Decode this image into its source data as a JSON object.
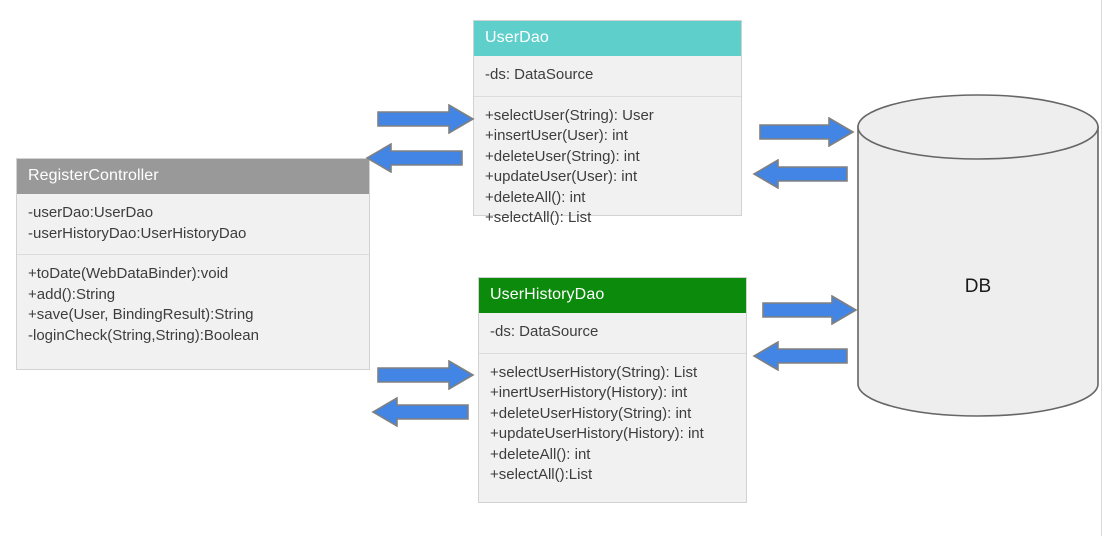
{
  "diagram": {
    "title": "Class and database interaction diagram",
    "colors": {
      "controller_header": "#999999",
      "userdao_header": "#5ecfcb",
      "userhistorydao_header": "#0b8a0b",
      "class_body": "#f1f1f1",
      "arrow_fill": "#4285e4",
      "arrow_stroke": "#808080",
      "cylinder_fill": "#eeeeee",
      "cylinder_stroke": "#666666",
      "page_background": "#ffffff"
    },
    "classes": [
      {
        "id": "register-controller",
        "name": "RegisterController",
        "attributes": [
          "-userDao:UserDao",
          "-userHistoryDao:UserHistoryDao"
        ],
        "operations": [
          "+toDate(WebDataBinder):void",
          "+add():String",
          "+save(User, BindingResult):String",
          "-loginCheck(String,String):Boolean"
        ]
      },
      {
        "id": "user-dao",
        "name": "UserDao",
        "attributes": [
          "-ds: DataSource"
        ],
        "operations": [
          "+selectUser(String): User",
          "+insertUser(User): int",
          "+deleteUser(String): int",
          "+updateUser(User): int",
          "+deleteAll(): int",
          "+selectAll(): List"
        ]
      },
      {
        "id": "user-history-dao",
        "name": "UserHistoryDao",
        "attributes": [
          "-ds: DataSource"
        ],
        "operations": [
          "+selectUserHistory(String): List",
          "+inertUserHistory(History): int",
          "+deleteUserHistory(String): int",
          "+updateUserHistory(History): int",
          "+deleteAll(): int",
          "+selectAll():List"
        ]
      }
    ],
    "database": {
      "label": "DB"
    },
    "arrows": [
      {
        "id": "controller-to-userdao",
        "direction": "right"
      },
      {
        "id": "userdao-to-controller",
        "direction": "left"
      },
      {
        "id": "userdao-to-db",
        "direction": "right"
      },
      {
        "id": "db-to-userdao",
        "direction": "left"
      },
      {
        "id": "controller-to-userhistorydao",
        "direction": "right"
      },
      {
        "id": "userhistorydao-to-controller",
        "direction": "left"
      },
      {
        "id": "userhistorydao-to-db",
        "direction": "right"
      },
      {
        "id": "db-to-userhistorydao",
        "direction": "left"
      }
    ]
  }
}
